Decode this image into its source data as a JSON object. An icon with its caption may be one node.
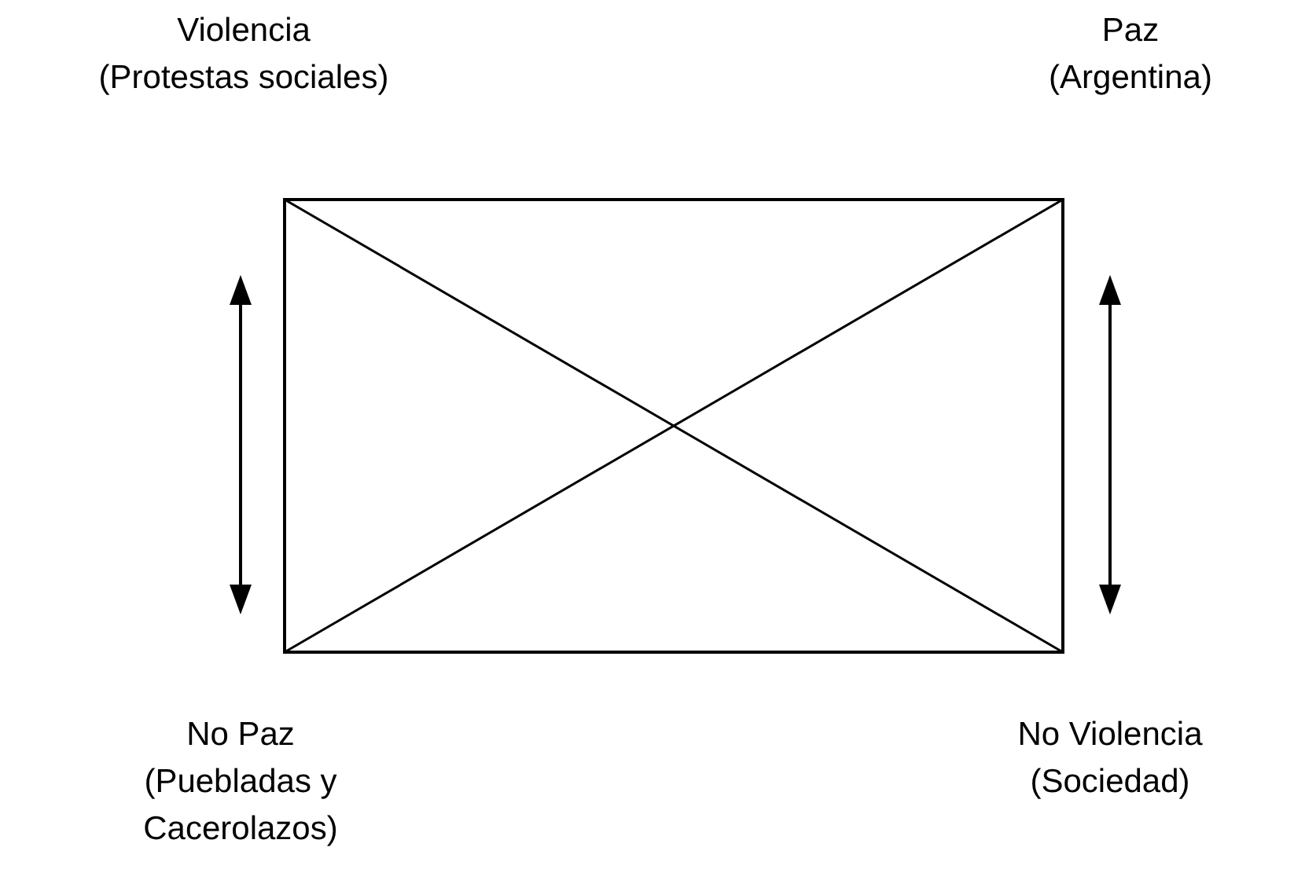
{
  "diagram": {
    "nodes": [
      {
        "text": [],
        "shape": "box"
      }
    ],
    "labels": [
      "Violencia",
      "(Protestas sociales)",
      "Paz",
      "(Argentina)",
      "No Paz",
      "(Puebladas y Cacerolazos)",
      "No Violencia",
      "(Sociedad)"
    ]
  }
}
